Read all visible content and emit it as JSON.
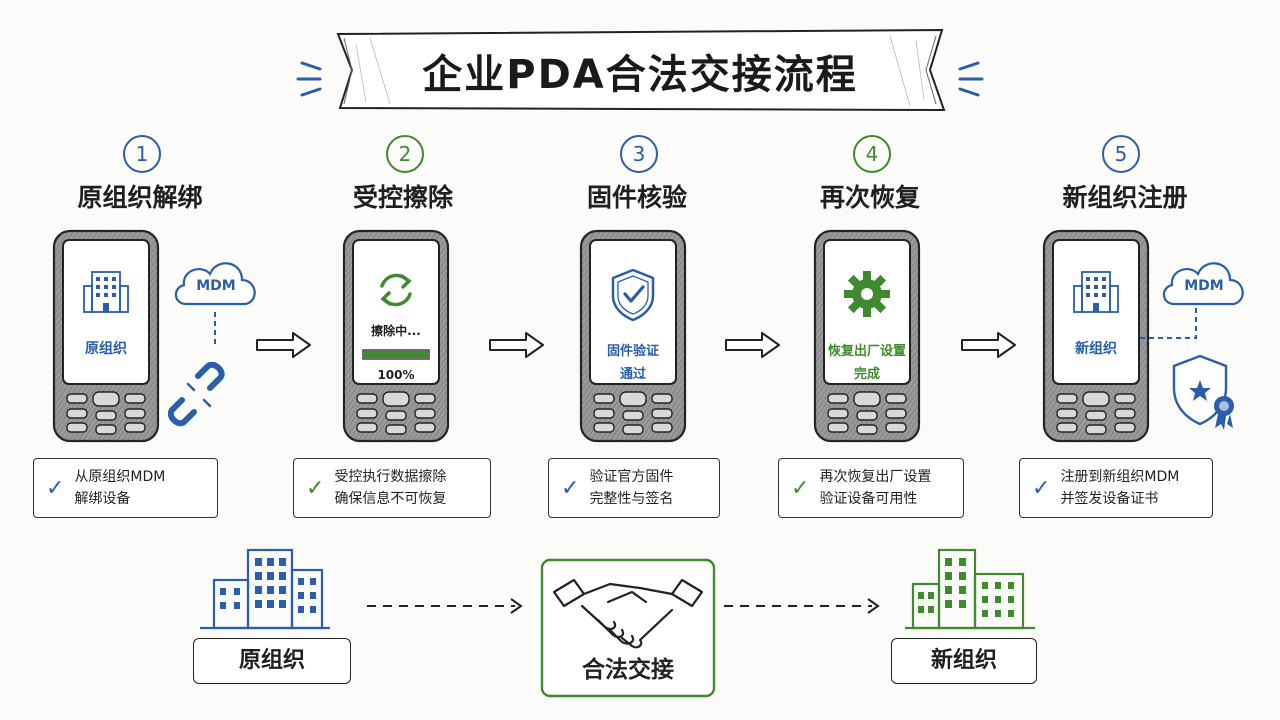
{
  "title": "企业PDA合法交接流程",
  "steps": [
    {
      "number": "1",
      "title": "原组织解绑",
      "screen_label": "原组织",
      "cloud": "MDM",
      "desc": [
        "从原组织MDM",
        "解绑设备"
      ],
      "color": "#2a5ea8"
    },
    {
      "number": "2",
      "title": "受控擦除",
      "screen_label": "擦除中...",
      "progress_text": "100%",
      "progress": 1.0,
      "desc": [
        "受控执行数据擦除",
        "确保信息不可恢复"
      ],
      "color": "#3f8a2e"
    },
    {
      "number": "3",
      "title": "固件核验",
      "screen_label": [
        "固件验证",
        "通过"
      ],
      "desc": [
        "验证官方固件",
        "完整性与签名"
      ],
      "color": "#2a5ea8"
    },
    {
      "number": "4",
      "title": "再次恢复",
      "screen_label": [
        "恢复出厂设置",
        "完成"
      ],
      "desc": [
        "再次恢复出厂设置",
        "验证设备可用性"
      ],
      "color": "#3f8a2e"
    },
    {
      "number": "5",
      "title": "新组织注册",
      "screen_label": "新组织",
      "cloud": "MDM",
      "desc": [
        "注册到新组织MDM",
        "并签发设备证书"
      ],
      "color": "#2a5ea8"
    }
  ],
  "bottom": {
    "left": "原组织",
    "center": "合法交接",
    "right": "新组织"
  },
  "colors": {
    "blue": "#2a5ea8",
    "green": "#3f8a2e"
  }
}
